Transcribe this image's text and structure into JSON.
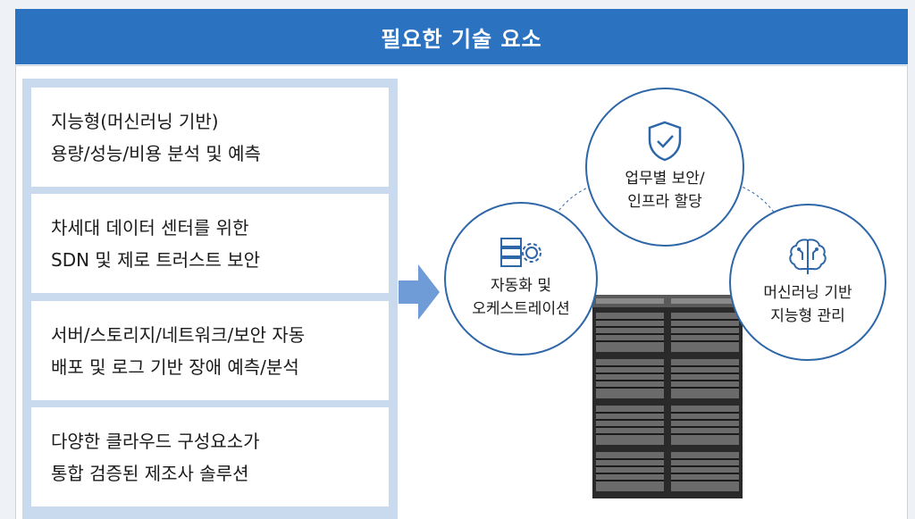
{
  "header": {
    "title": "필요한 기술 요소"
  },
  "items": [
    {
      "line1": "지능형(머신러닝 기반)",
      "line2": "용량/성능/비용 분석 및 예측"
    },
    {
      "line1": "차세대 데이터 센터를 위한",
      "line2": "SDN 및 제로 트러스트 보안"
    },
    {
      "line1": "서버/스토리지/네트워크/보안 자동",
      "line2": "배포 및 로그 기반 장애 예측/분석"
    },
    {
      "line1": "다양한 클라우드 구성요소가",
      "line2": "통합 검증된 제조사 솔루션"
    }
  ],
  "circles": {
    "top": {
      "line1": "업무별 보안/",
      "line2": "인프라 할당",
      "icon": "shield-check-icon"
    },
    "left": {
      "line1": "자동화 및",
      "line2": "오케스트레이션",
      "icon": "server-gear-icon"
    },
    "right": {
      "line1": "머신러닝 기반",
      "line2": "지능형 관리",
      "icon": "brain-circuit-icon"
    }
  },
  "colors": {
    "header": "#2b72c0",
    "list_bg": "#c9d9ee",
    "circle_border": "#2e67a8",
    "arrow": "#6f9bd6"
  }
}
